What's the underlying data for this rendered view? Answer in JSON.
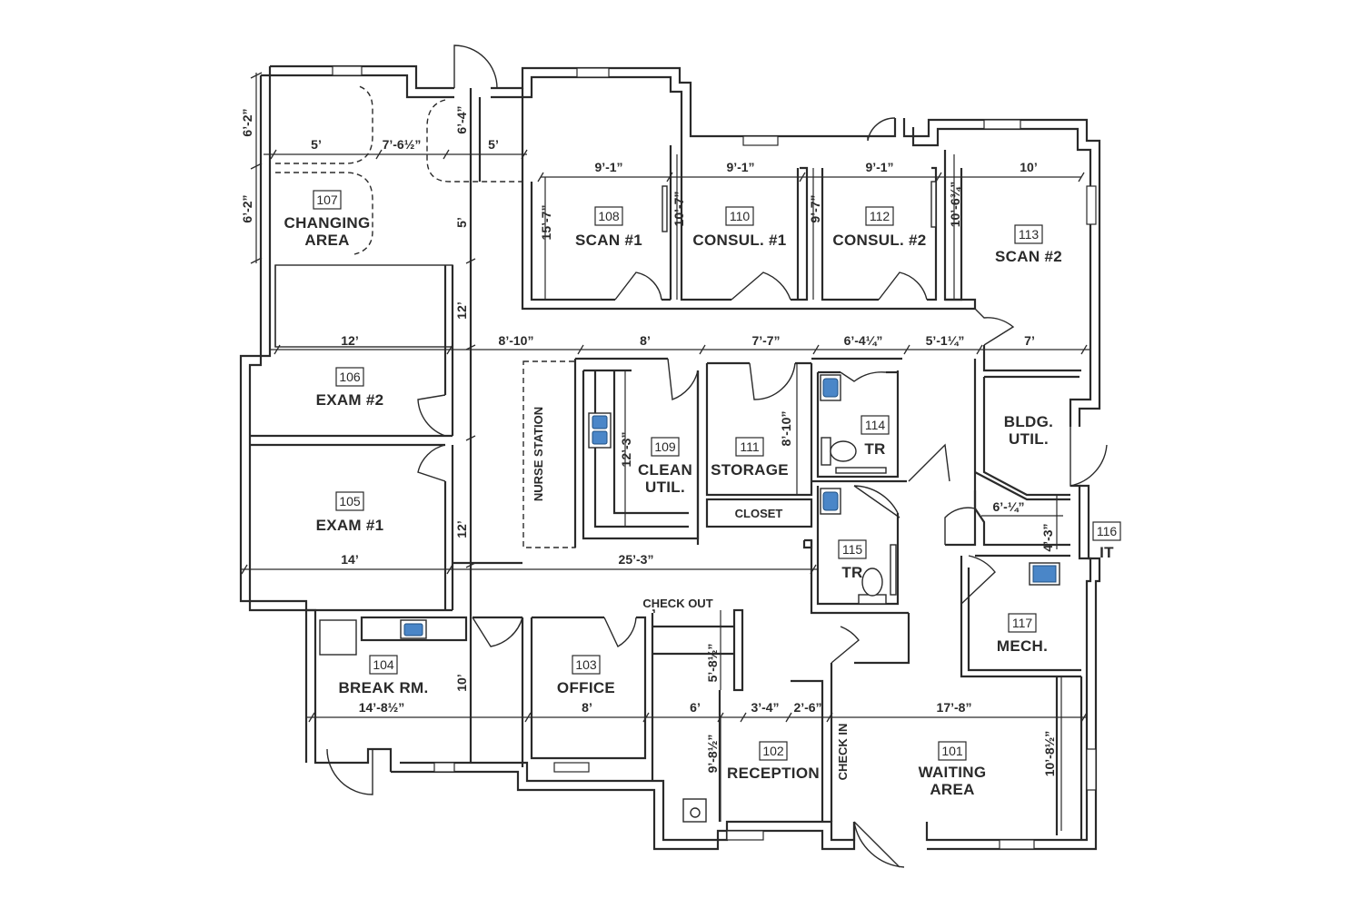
{
  "rooms": {
    "r101": {
      "num": "101",
      "line1": "WAITING",
      "line2": "AREA"
    },
    "r102": {
      "num": "102",
      "line1": "RECEPTION"
    },
    "r103": {
      "num": "103",
      "line1": "OFFICE"
    },
    "r104": {
      "num": "104",
      "line1": "BREAK RM."
    },
    "r105": {
      "num": "105",
      "line1": "EXAM #1"
    },
    "r106": {
      "num": "106",
      "line1": "EXAM #2"
    },
    "r107": {
      "num": "107",
      "line1": "CHANGING",
      "line2": "AREA"
    },
    "r108": {
      "num": "108",
      "line1": "SCAN #1"
    },
    "r109": {
      "num": "109",
      "line1": "CLEAN",
      "line2": "UTIL."
    },
    "r110": {
      "num": "110",
      "line1": "CONSUL. #1"
    },
    "r111": {
      "num": "111",
      "line1": "STORAGE"
    },
    "r112": {
      "num": "112",
      "line1": "CONSUL. #2"
    },
    "r113": {
      "num": "113",
      "line1": "SCAN #2"
    },
    "r114": {
      "num": "114",
      "line1": "TR"
    },
    "r115": {
      "num": "115",
      "line1": "TR"
    },
    "r116": {
      "num": "116",
      "line1": "IT"
    },
    "r117": {
      "num": "117",
      "line1": "MECH."
    },
    "bldg_util": {
      "line1": "BLDG.",
      "line2": "UTIL."
    }
  },
  "labels": {
    "nurse_station": "NURSE STATION",
    "closet": "CLOSET",
    "check_out": "CHECK OUT",
    "check_in": "CHECK IN"
  },
  "dims": {
    "d_6_2_top": "6’-2”",
    "d_6_2_mid": "6’-2”",
    "d_5_a": "5’",
    "d_7_6_5": "7’-6½”",
    "d_6_4": "6’-4”",
    "d_5_b": "5’",
    "d_5_c": "5’",
    "d_15_7": "15’-7”",
    "d_9_1_a": "9’-1”",
    "d_10_7": "10’-7”",
    "d_9_1_b": "9’-1”",
    "d_9_7": "9’-7”",
    "d_9_1_c": "9’-1”",
    "d_10_6_75": "10’-6¾”",
    "d_10": "10’",
    "d_12_a": "12’",
    "d_12_b": "12’",
    "d_8_10_a": "8’-10”",
    "d_8": "8’",
    "d_7_7": "7’-7”",
    "d_6_4_25": "6’-4¼”",
    "d_5_1_25": "5’-1¼”",
    "d_7": "7’",
    "d_12_3": "12’-3”",
    "d_8_10_b": "8’-10”",
    "d_6_0_25": "6’-¼”",
    "d_4_3": "4’-3”",
    "d_12_c": "12’",
    "d_14": "14’",
    "d_25_3": "25’-3”",
    "d_5_8_5": "5’-8½”",
    "d_10_b": "10’",
    "d_14_8_5": "14’-8½”",
    "d_8_b": "8’",
    "d_6": "6’",
    "d_3_4": "3’-4”",
    "d_2_6": "2’-6”",
    "d_17_8": "17’-8”",
    "d_9_8_5": "9’-8½”",
    "d_10_8_5": "10’-8½”"
  },
  "colors": {
    "line": "#2a2a2a",
    "sink": "#4a86c8",
    "background": "#ffffff"
  }
}
